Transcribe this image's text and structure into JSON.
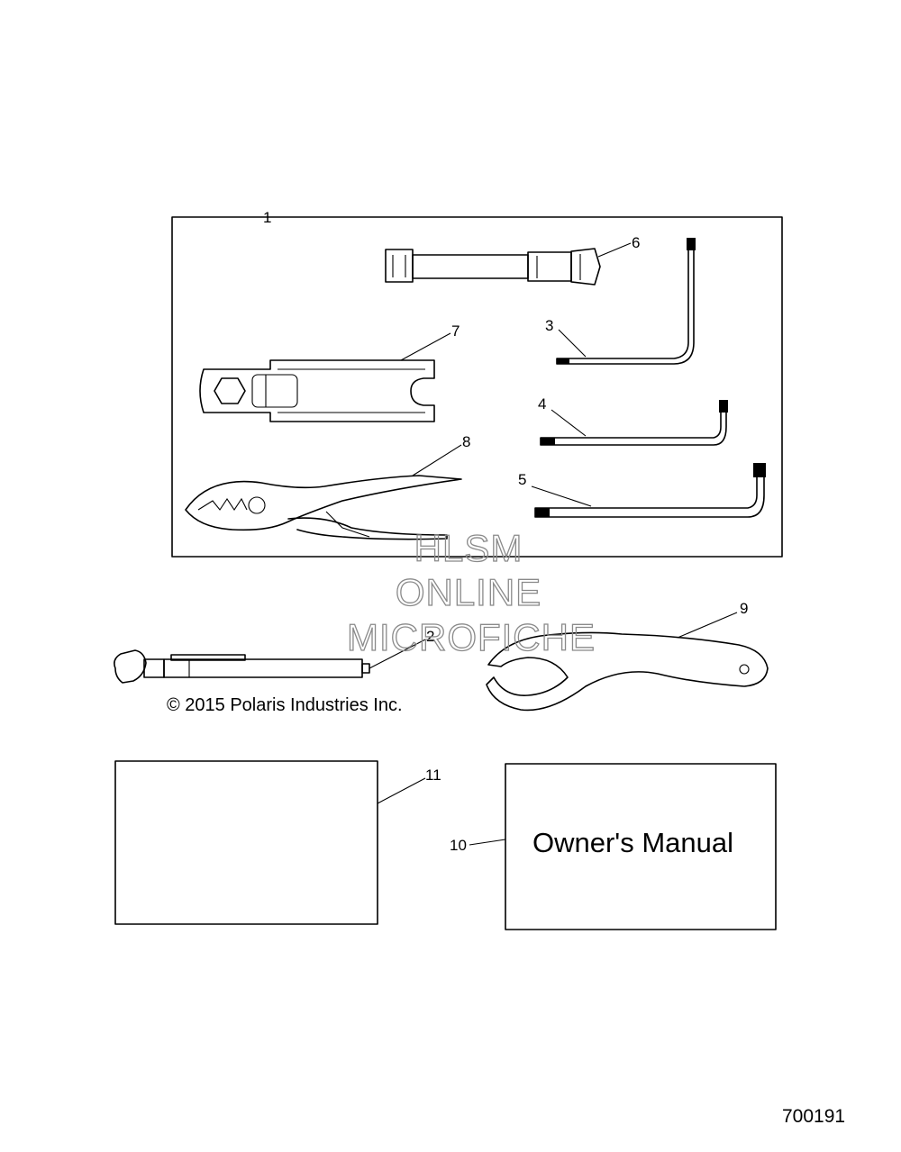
{
  "callouts": {
    "c1": "1",
    "c2": "2",
    "c3": "3",
    "c4": "4",
    "c5": "5",
    "c6": "6",
    "c7": "7",
    "c8": "8",
    "c9": "9",
    "c10": "10",
    "c11": "11"
  },
  "manual_label": "Owner's Manual",
  "copyright": "© 2015 Polaris Industries Inc.",
  "figure_number": "700191",
  "watermark": {
    "line1": "HLSM",
    "line2": "ONLINE",
    "line3": "MICROFICHE"
  }
}
